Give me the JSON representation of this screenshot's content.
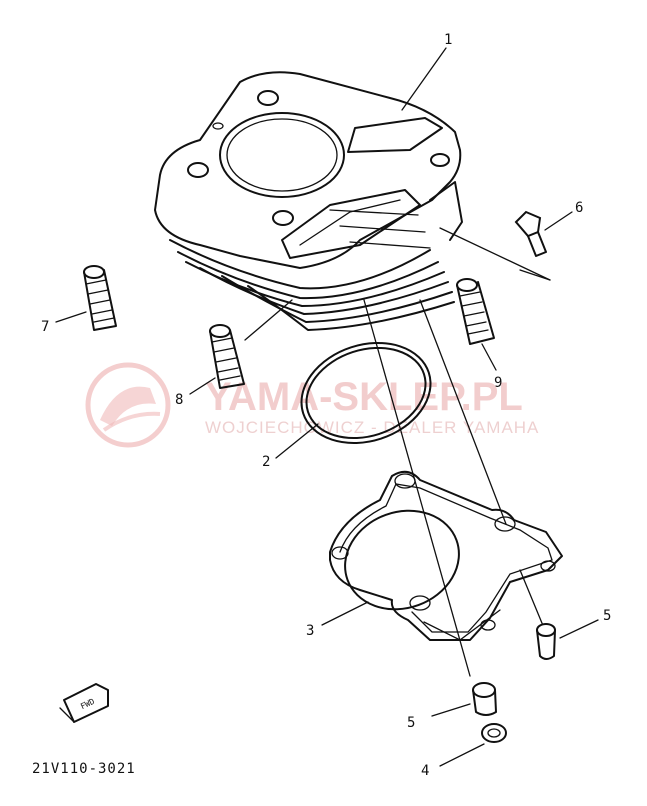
{
  "diagram": {
    "callouts": {
      "c1": "1",
      "c2": "2",
      "c3": "3",
      "c4": "4",
      "c5a": "5",
      "c5b": "5",
      "c6": "6",
      "c7": "7",
      "c8": "8",
      "c9": "9"
    },
    "part_code": "21V110-3021",
    "fwd_label": "FWD",
    "watermark": {
      "title": "YAMA-SKLEP.PL",
      "subtitle": "WOJCIECHOWICZ - DEALER YAMAHA"
    }
  }
}
